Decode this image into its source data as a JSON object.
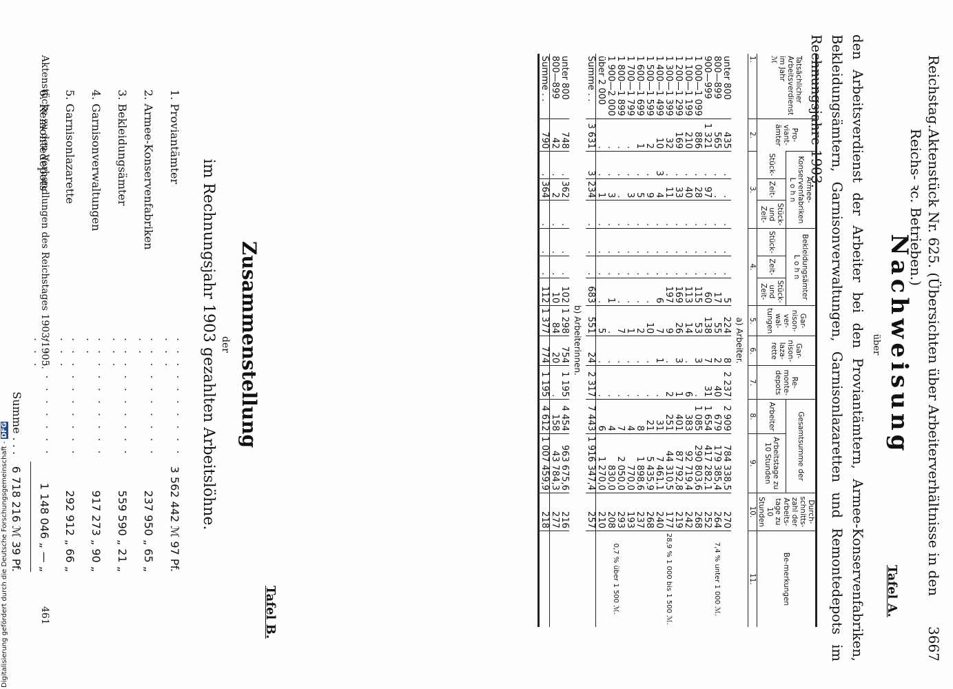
{
  "header": {
    "left": "Reichstag.",
    "center": "Aktenstück Nr. 625. (Übersichten über Arbeiterverhältnisse in den Reichs- ꝛc. Betrieben.)",
    "page": "3667"
  },
  "tafel_a": "Tafel A.",
  "title": "Nachweisung",
  "uber": "über",
  "description": "den Arbeitsverdienst der Arbeiter bei den Proviantämtern, Armee-Konservenfabriken, Bekleidungsämtern, Garnisonverwaltungen, Garnisonlazaretten und Remontedepots im Rechnungsjahre 1903.",
  "table": {
    "headers": {
      "c1": "Tatsächlicher Arbeitsverdienst im Jahr",
      "c1_unit": "ℳ",
      "c2": "Pro-viant-ämter",
      "c3": "Armee-Konservenfabriken",
      "c4": "Bekleidungsämter",
      "lohn": "L o h n",
      "stueck": "Stück-",
      "zeit": "Zeit-",
      "stueck_zeit": "Stück- und Zeit-",
      "c5": "Gar-nison-ver-wal-tungen",
      "c6": "Gar-nison-laza-rette",
      "c7": "Re-monte-depots",
      "c8_9": "Gesamtsumme der",
      "c8": "Arbeiter",
      "c9": "Arbeitstage zu 10 Stunden",
      "c10": "Durch-schnitts-zahl der Arbeits-tage zu 10 Stunden",
      "c11": "Be-merkungen",
      "num": [
        "1.",
        "2.",
        "3.",
        "4.",
        "5.",
        "6.",
        "7.",
        "8.",
        "9.",
        "10.",
        "11."
      ]
    },
    "section_a": "a) Arbeiter.",
    "section_b": "b) Arbeiterinnen.",
    "rows_a": [
      [
        "unter 800",
        "435",
        ".",
        ".",
        ".",
        ".",
        ".",
        "5",
        "224",
        "8",
        "2 237",
        "2 909",
        "784 338,5",
        "270"
      ],
      [
        "800—899",
        "565",
        ".",
        ".",
        ".",
        ".",
        ".",
        "17",
        "55",
        "2",
        "40",
        "679",
        "179 385,4",
        "264"
      ],
      [
        "900—999",
        "1 321",
        ".",
        "97",
        ".",
        ".",
        ".",
        "60",
        "138",
        "7",
        "31",
        "1 654",
        "417 282,1",
        "252"
      ],
      [
        "1 000—1 099",
        "886",
        ".",
        "28",
        ".",
        ".",
        ".",
        "115",
        "53",
        "3",
        ".",
        "1 085",
        "290 803,6",
        "268"
      ],
      [
        "1 100—1 199",
        "210",
        ".",
        "40",
        ".",
        ".",
        ".",
        "113",
        "14",
        ".",
        "6",
        "383",
        "92 719,4",
        "242"
      ],
      [
        "1 200—1 299",
        "169",
        ".",
        "33",
        ".",
        ".",
        ".",
        "169",
        "26",
        "3",
        "1",
        "401",
        "87 792,8",
        "219"
      ],
      [
        "1 300—1 399",
        "32",
        ".",
        "11",
        ".",
        ".",
        ".",
        "197",
        "9",
        ".",
        "2",
        "251",
        "44 310,5",
        "177"
      ],
      [
        "1 400—1 499",
        "10",
        "3",
        "4",
        ".",
        ".",
        ".",
        "6",
        "7",
        "1",
        ".",
        "31",
        "7 461,1",
        "240"
      ],
      [
        "1 500—1 599",
        "2",
        ".",
        "9",
        ".",
        ".",
        ".",
        ".",
        "10",
        ".",
        ".",
        "21",
        "5 435,9",
        "268"
      ],
      [
        "1 600—1 699",
        "1",
        ".",
        "5",
        ".",
        ".",
        ".",
        ".",
        "2",
        ".",
        ".",
        "8",
        "1 898,6",
        "237"
      ],
      [
        "1 700—1 799",
        ".",
        ".",
        "3",
        ".",
        ".",
        ".",
        ".",
        "1",
        ".",
        ".",
        "4",
        "770,0",
        "193"
      ],
      [
        "1 800—1 899",
        ".",
        ".",
        ".",
        ".",
        ".",
        ".",
        ".",
        "7",
        ".",
        ".",
        "7",
        "2 050,0",
        "293"
      ],
      [
        "1 900—2 000",
        ".",
        ".",
        "3",
        ".",
        ".",
        ".",
        "1",
        ".",
        ".",
        ".",
        "4",
        "830,0",
        "208"
      ],
      [
        "über 2 000",
        ".",
        ".",
        "1",
        ".",
        ".",
        ".",
        ".",
        "5",
        ".",
        ".",
        "6",
        "1 270,0",
        "210"
      ]
    ],
    "sum_a": [
      "Summe . .",
      "3 631",
      "3",
      "234",
      ".",
      ".",
      ".",
      "683",
      "551",
      "24",
      "2 317",
      "7 443",
      "1 916 347,4",
      "257"
    ],
    "rows_b": [
      [
        "unter 800",
        "748",
        ".",
        "362",
        ".",
        ".",
        ".",
        "102",
        "1 298",
        "754",
        "1 195",
        "4 454",
        "963 675,6",
        "216"
      ],
      [
        "800—899",
        "42",
        ".",
        "2",
        ".",
        ".",
        ".",
        "10",
        "84",
        "20",
        ".",
        "158",
        "43 784,3",
        "277"
      ]
    ],
    "sum_b": [
      "Summe . .",
      "790",
      ".",
      "364",
      ".",
      ".",
      ".",
      "112",
      "1 377",
      "774",
      "1 195",
      "4 612",
      "1 007 459,9",
      "218"
    ],
    "remarks": [
      "7,4 % unter 1 000 ℳ.",
      "28,9 % 1 000 bis 1 500 ℳ.",
      "0,7 % über 1 500 ℳ."
    ]
  },
  "tafel_b": "Tafel B.",
  "zusammen": {
    "title": "Zusammenstellung",
    "der": "der",
    "subtitle": "im Rechnungsjahr 1903 gezahlten Arbeitslöhne.",
    "items": [
      {
        "label": "1. Proviantämter",
        "dots": ". . . . . . . . . . . . .",
        "value": "3 562 442 ℳ 97 Pf."
      },
      {
        "label": "2. Armee-Konservenfabriken",
        "dots": ". . . . . . . . . . . .",
        "value": "237 950 „ 65 „"
      },
      {
        "label": "3. Bekleidungsämter",
        "dots": ". . . . . . . . . . . . .",
        "value": "559 590 „ 21 „"
      },
      {
        "label": "4. Garnisonverwaltungen",
        "dots": ". . . . . . . . . . . .",
        "value": "917 273 „ 90 „"
      },
      {
        "label": "5. Garnisonlazarette",
        "dots": ". . . . . . . . . . . . .",
        "value": "292 912 „ 66 „"
      },
      {
        "label": "6. Remontedepots",
        "dots": ". . . . . . . . . . . . .",
        "value": "1 148 046 „ — „"
      }
    ],
    "total_label": "Summe . . .",
    "total_value": "6 718 216 ℳ 39 Pf."
  },
  "footer": "Aktenstücke zu den Verhandlungen des Reichstages 1903/1905.",
  "pageno": "461",
  "dfg_note": "Digitalisierung gefördert durch die Deutsche Forschungsgemeinschaft -",
  "dfg_logo": "DFG"
}
